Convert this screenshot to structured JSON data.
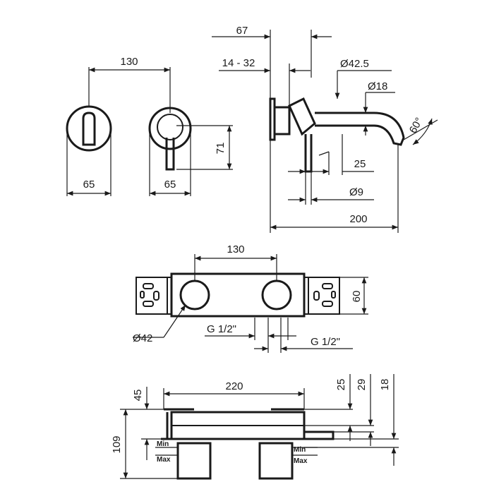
{
  "drawing": {
    "front_view": {
      "spacing": "130",
      "left_width": "65",
      "right_width": "65",
      "height": "71"
    },
    "side_view": {
      "depth": "67",
      "wall_range": "14 - 32",
      "body_diameter": "Ø42.5",
      "spout_diameter": "Ø18",
      "angle": "60°",
      "lever_offset": "25",
      "lever_diameter": "Ø9",
      "projection": "200"
    },
    "box_top_view": {
      "spacing": "130",
      "height": "60",
      "hole_diameter": "Ø42",
      "thread_left": "G 1/2\"",
      "thread_right": "G 1/2\""
    },
    "box_section_view": {
      "width": "220",
      "top_offset": "45",
      "overall_height": "109",
      "dim_25": "25",
      "dim_29": "29",
      "dim_18": "18",
      "min_left": "Min",
      "max_left": "Max",
      "min_right": "Min",
      "max_right": "Max"
    }
  }
}
